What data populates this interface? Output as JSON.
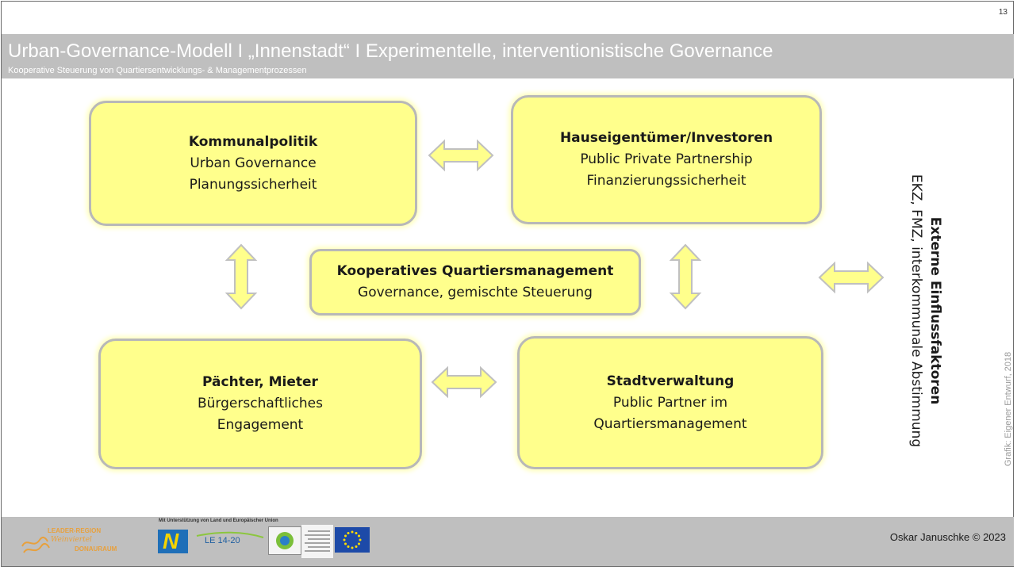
{
  "page_number": "13",
  "header": {
    "title": "Urban-Governance-Modell  I  „Innenstadt“  I  Experimentelle, interventionistische Governance",
    "subtitle": "Kooperative Steuerung von Quartiersentwicklungs- & Managementprozessen"
  },
  "boxes": {
    "kommunalpolitik": {
      "title": "Kommunalpolitik",
      "line1": "Urban Governance",
      "line2": "Planungssicherheit"
    },
    "hauseigentuemer": {
      "title": "Hauseigentümer/Investoren",
      "line1": "Public Private Partnership",
      "line2": "Finanzierungssicherheit"
    },
    "quartiersmanagement": {
      "title": "Kooperatives Quartiersmanagement",
      "line1": "Governance, gemischte Steuerung"
    },
    "paechter": {
      "title": "Pächter, Mieter",
      "line1": "Bürgerschaftliches",
      "line2": "Engagement"
    },
    "stadtverwaltung": {
      "title": "Stadtverwaltung",
      "line1": "Public Partner im",
      "line2": "Quartiersmanagement"
    }
  },
  "external": {
    "title": "Externe Einflussfaktoren",
    "line1": "EKZ, FMZ, interkommunale Abstimmung"
  },
  "credit": "Grafik: Eigener Entwurf, 2018",
  "footer": {
    "copyright": "Oskar Januschke © 2023",
    "support_text": "Mit Unterstützung von Land und Europäischer Union",
    "leader_line1": "LEADER-REGION",
    "leader_line2": "Weinviertel",
    "leader_line3": "DONAURAUM",
    "le_logo": "LE 14-20",
    "noe_logo": "N"
  },
  "colors": {
    "box_fill": "#ffff8c",
    "box_border": "#b8b8b8",
    "header_bg": "#bfbfbf"
  }
}
